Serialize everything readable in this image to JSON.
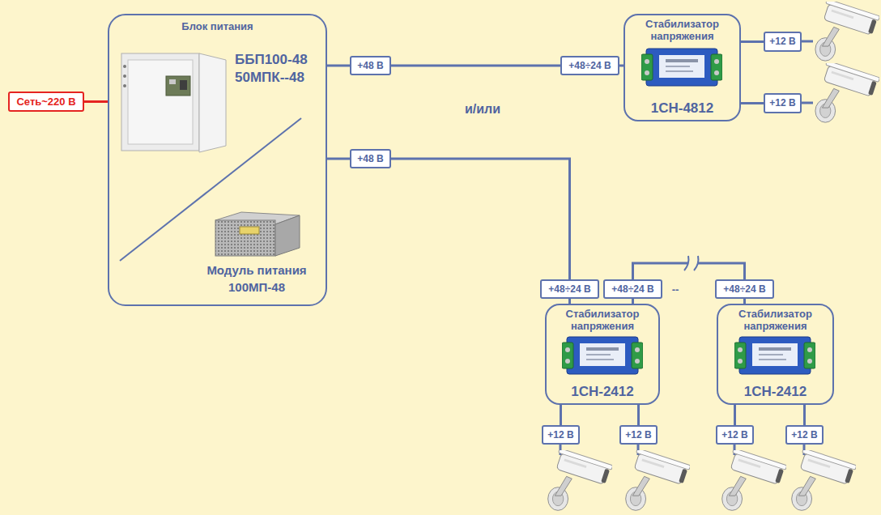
{
  "diagram": {
    "nodes": [
      {
        "text": [
          "Сеть~220 В"
        ]
      },
      {
        "text": [
          "Блок питания",
          "ББП100-48 50МПК--48",
          "Модуль питания 100МП-48"
        ]
      },
      {
        "text": [
          "+48 В"
        ]
      },
      {
        "text": [
          "+48÷24 В"
        ]
      },
      {
        "text": [
          "Стабилизатор напряжения",
          "1СН-4812"
        ]
      },
      {
        "text": [
          "+12 В"
        ]
      },
      {
        "text": [
          "+12 В"
        ]
      },
      {
        "text": [
          "+48 В"
        ]
      },
      {
        "text": [
          "+48÷24 В"
        ]
      },
      {
        "text": [
          "+48÷24 В"
        ]
      },
      {
        "text": [
          "+48÷24 В"
        ]
      },
      {
        "text": [
          "Стабилизатор напряжения",
          "1СН-2412"
        ]
      },
      {
        "text": [
          "Стабилизатор напряжения",
          "1СН-2412"
        ]
      },
      {
        "text": [
          "+12 В"
        ]
      },
      {
        "text": [
          "+12 В"
        ]
      },
      {
        "text": [
          "+12 В"
        ]
      },
      {
        "text": [
          "+12 В"
        ]
      }
    ],
    "edges": [
      {
        "from": 0,
        "to": 1,
        "arrow": "none"
      },
      {
        "from": 1,
        "to": 2,
        "arrow": "none"
      },
      {
        "from": 2,
        "to": 3,
        "arrow": "none"
      },
      {
        "from": 3,
        "to": 4,
        "arrow": "none"
      },
      {
        "from": 4,
        "to": 5,
        "arrow": "none"
      },
      {
        "from": 4,
        "to": 6,
        "arrow": "none"
      },
      {
        "from": 1,
        "to": 7,
        "arrow": "none"
      },
      {
        "from": 7,
        "to": 8,
        "arrow": "none"
      },
      {
        "from": 8,
        "to": 11,
        "arrow": "none"
      },
      {
        "from": 9,
        "to": 11,
        "arrow": "none"
      },
      {
        "from": 9,
        "to": 10,
        "arrow": "none"
      },
      {
        "from": 10,
        "to": 12,
        "arrow": "none"
      },
      {
        "from": 11,
        "to": 13,
        "arrow": "none"
      },
      {
        "from": 11,
        "to": 14,
        "arrow": "none"
      },
      {
        "from": 12,
        "to": 15,
        "arrow": "none"
      },
      {
        "from": 12,
        "to": 16,
        "arrow": "none"
      }
    ],
    "labels": [
      "и/или",
      "--"
    ]
  }
}
